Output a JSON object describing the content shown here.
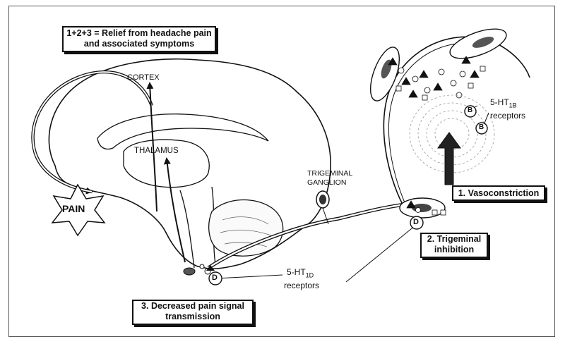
{
  "boxes": {
    "summary_line1": "1+2+3 = Relief from headache pain",
    "summary_line2": "and associated symptoms",
    "vasoconstriction": "1. Vasoconstriction",
    "trigeminal_line1": "2. Trigeminal",
    "trigeminal_line2": "inhibition",
    "decreased_line1": "3. Decreased pain signal",
    "decreased_line2": "transmission"
  },
  "labels": {
    "cortex": "CORTEX",
    "thalamus": "THALAMUS",
    "trigeminal_ganglion_line1": "TRIGEMINAL",
    "trigeminal_ganglion_line2": "GANGLION",
    "pain": "PAIN",
    "ht1b_prefix": "5-HT",
    "ht1b_sub": "1B",
    "ht1b_receptors": "receptors",
    "ht1d_prefix": "5-HT",
    "ht1d_sub": "1D",
    "ht1d_receptors": "receptors",
    "receptor_b": "B",
    "receptor_d": "D"
  }
}
